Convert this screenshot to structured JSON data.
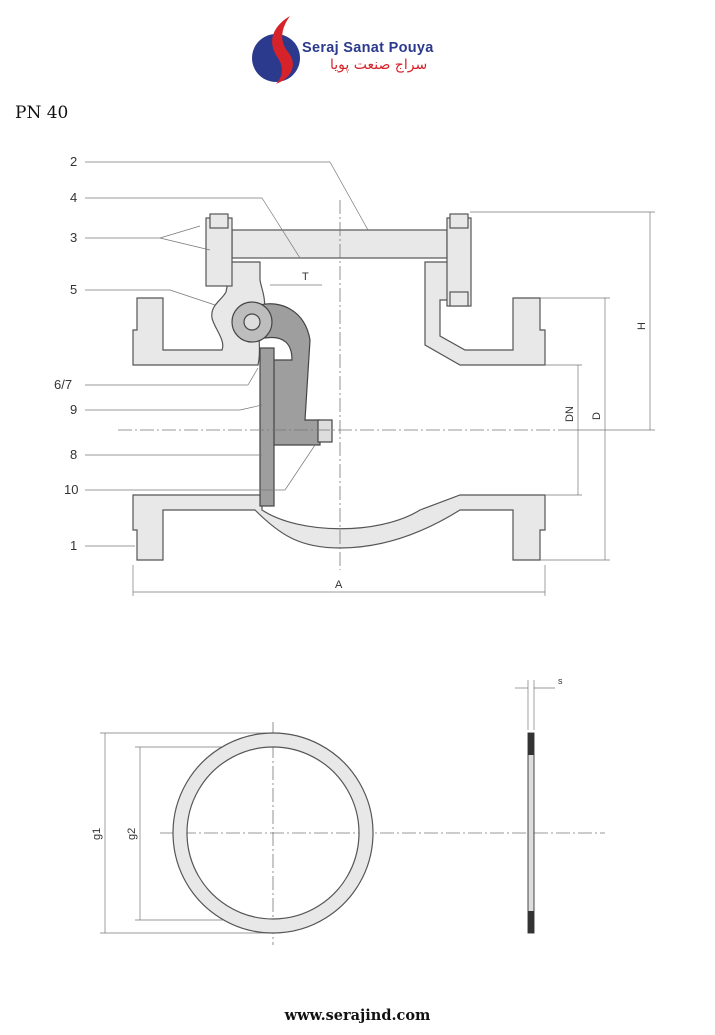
{
  "logo": {
    "name_en": "Seraj Sanat Pouya",
    "name_fa": "سراج صنعت پویا",
    "colors": {
      "blue": "#2b3a8c",
      "red": "#d6232a"
    }
  },
  "header": {
    "title": "PN 40"
  },
  "valve_drawing": {
    "part_labels": [
      "2",
      "4",
      "3",
      "5",
      "6/7",
      "9",
      "8",
      "10",
      "1"
    ],
    "dimension_labels": {
      "T": "T",
      "A": "A",
      "DN": "DN",
      "D": "D",
      "H": "H"
    }
  },
  "gasket_drawing": {
    "dimension_labels": {
      "g1": "g1",
      "g2": "g2",
      "s": "s"
    }
  },
  "footer": {
    "website": "www.serajind.com"
  }
}
